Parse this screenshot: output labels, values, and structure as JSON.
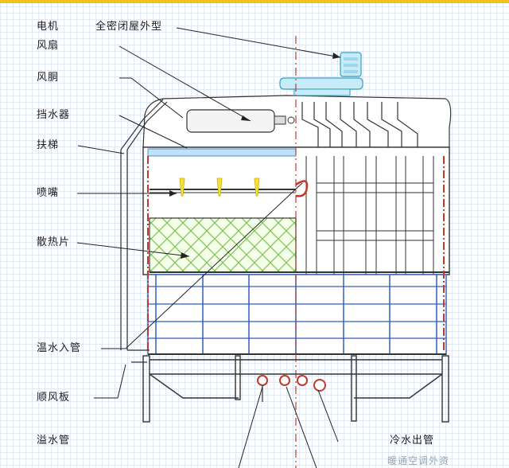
{
  "labels": {
    "motor": "电机",
    "enclosure": "全密闭屋外型",
    "fan": "风扇",
    "fan_duct": "风胴",
    "eliminator": "挡水器",
    "ladder": "扶梯",
    "nozzle": "喷嘴",
    "fill": "散热片",
    "hot_water_inlet": "温水入管",
    "air_guide": "顺风板",
    "overflow": "溢水管",
    "cold_water_outlet": "冷水出管"
  },
  "watermark": "暖通空调外资"
}
